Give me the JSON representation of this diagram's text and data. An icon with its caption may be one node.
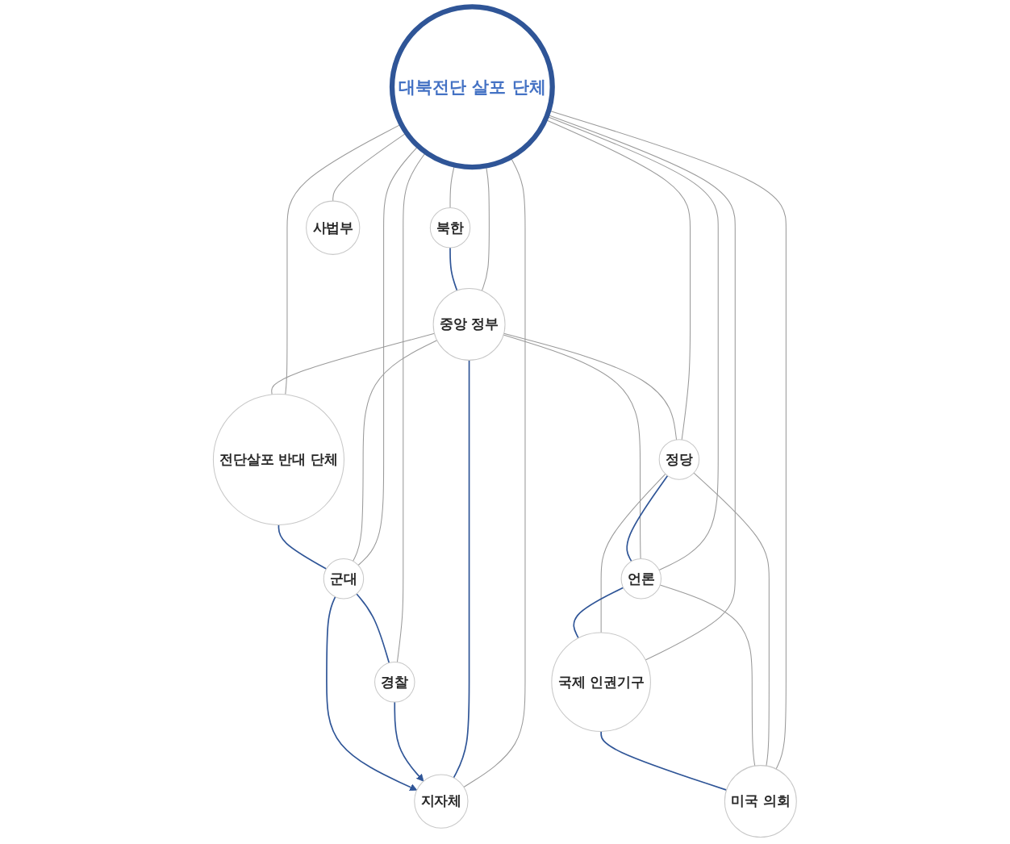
{
  "diagram": {
    "nodes": [
      {
        "text": [
          "중앙 정부"
        ]
      },
      {
        "text": [
          "북한"
        ]
      },
      {
        "text": [
          "지자체"
        ]
      },
      {
        "text": [
          "전단살포 반대 단체"
        ]
      },
      {
        "text": [
          "사법부"
        ]
      },
      {
        "text": [
          "대북전단 살포 단체"
        ]
      },
      {
        "text": [
          "군대"
        ]
      },
      {
        "text": [
          "정당"
        ]
      },
      {
        "text": [
          "경찰"
        ]
      },
      {
        "text": [
          "언론"
        ]
      },
      {
        "text": [
          "미국 의회"
        ]
      },
      {
        "text": [
          "국제 인권기구"
        ]
      }
    ],
    "edges": [
      {
        "from": 5,
        "to": 0,
        "arrow": "none"
      },
      {
        "from": 5,
        "to": 1,
        "arrow": "none"
      },
      {
        "from": 5,
        "to": 2,
        "arrow": "none"
      },
      {
        "from": 5,
        "to": 3,
        "arrow": "none"
      },
      {
        "from": 5,
        "to": 4,
        "arrow": "none"
      },
      {
        "from": 5,
        "to": 7,
        "arrow": "none"
      },
      {
        "from": 5,
        "to": 6,
        "arrow": "none"
      },
      {
        "from": 5,
        "to": 8,
        "arrow": "none"
      },
      {
        "from": 5,
        "to": 10,
        "arrow": "none"
      },
      {
        "from": 5,
        "to": 11,
        "arrow": "none"
      },
      {
        "from": 5,
        "to": 9,
        "arrow": "none"
      },
      {
        "from": 0,
        "to": 3,
        "arrow": "none"
      },
      {
        "from": 0,
        "to": 6,
        "arrow": "none"
      },
      {
        "from": 0,
        "to": 9,
        "arrow": "none"
      },
      {
        "from": 0,
        "to": 7,
        "arrow": "none"
      },
      {
        "from": 7,
        "to": 10,
        "arrow": "none"
      },
      {
        "from": 9,
        "to": 10,
        "arrow": "none"
      },
      {
        "from": 7,
        "to": 11,
        "arrow": "none"
      },
      {
        "from": 1,
        "to": 0,
        "arrow": "none",
        "color": "#2f5597"
      },
      {
        "from": 0,
        "to": 2,
        "arrow": "none",
        "color": "#2f5597"
      },
      {
        "from": 3,
        "to": 6,
        "arrow": "none",
        "color": "#2f5597"
      },
      {
        "from": 6,
        "to": 8,
        "arrow": "none",
        "color": "#2f5597"
      },
      {
        "from": 7,
        "to": 9,
        "arrow": "none",
        "color": "#2f5597"
      },
      {
        "from": 9,
        "to": 11,
        "arrow": "none",
        "color": "#2f5597"
      },
      {
        "from": 11,
        "to": 10,
        "arrow": "none",
        "color": "#2f5597"
      },
      {
        "from": 8,
        "to": 2,
        "arrow": "to",
        "color": "#2f5597"
      },
      {
        "from": 6,
        "to": 2,
        "arrow": "to",
        "color": "#2f5597"
      }
    ]
  }
}
